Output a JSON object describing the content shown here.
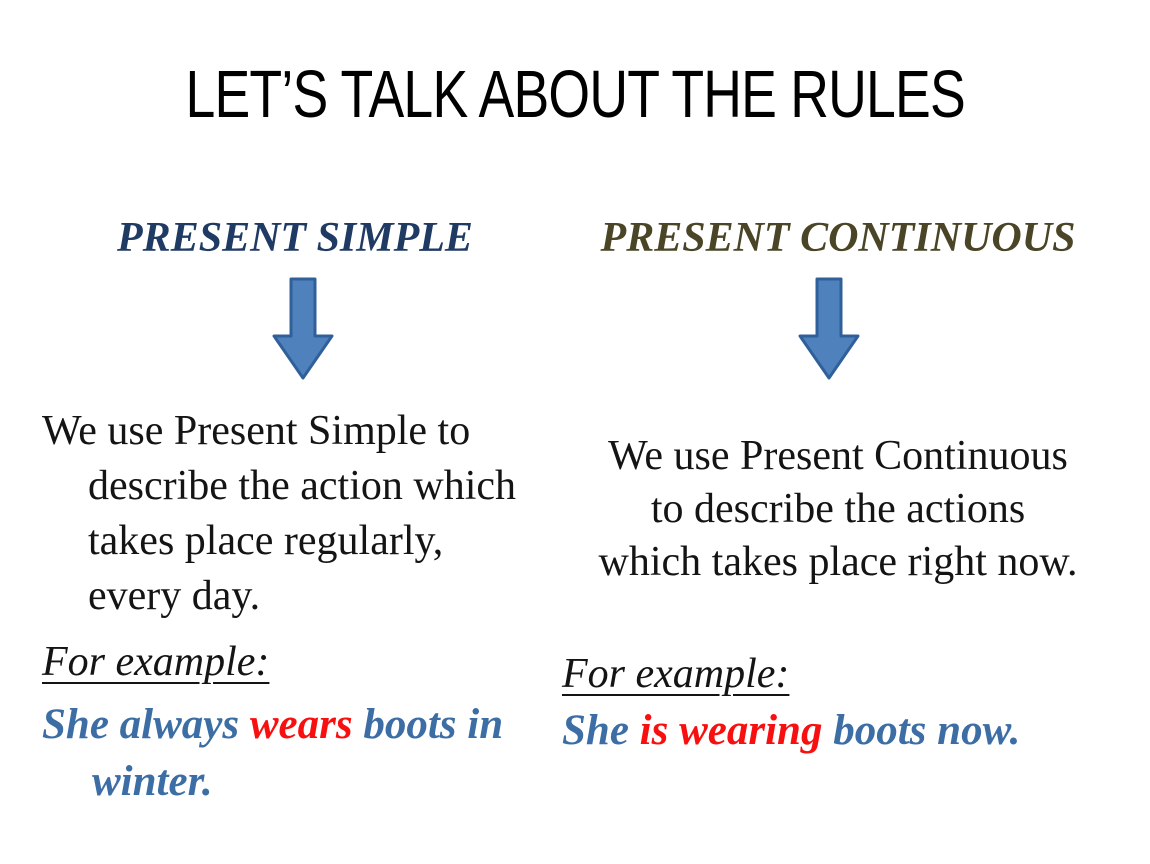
{
  "slide": {
    "title": "LET’S TALK ABOUT THE RULES",
    "colors": {
      "background": "#FFFFFF",
      "title_text": "#000000",
      "present_simple_heading": "#1F3A63",
      "present_continuous_heading": "#4A4526",
      "body_text": "#141414",
      "example_blue": "#3C6EA5",
      "example_red": "#F81010",
      "arrow_fill": "#4F81BD",
      "arrow_border": "#30609A"
    },
    "left": {
      "heading": "PRESENT SIMPLE",
      "desc_lines": [
        "We use Present Simple to",
        "describe the action which",
        "takes place regularly,",
        "every day."
      ],
      "example_label": "For example:",
      "example": {
        "part1_blue": "She always ",
        "part2_red": "wears",
        "part3_blue": " boots in",
        "line2_blue": "winter."
      }
    },
    "right": {
      "heading": "PRESENT CONTINUOUS",
      "desc_lines": [
        "We use Present Continuous",
        "to describe the actions",
        "which takes place right now."
      ],
      "example_label": "For example:",
      "example": {
        "part1_blue": "She ",
        "part2_red": "is wearing",
        "part3_blue": " boots now."
      }
    }
  }
}
